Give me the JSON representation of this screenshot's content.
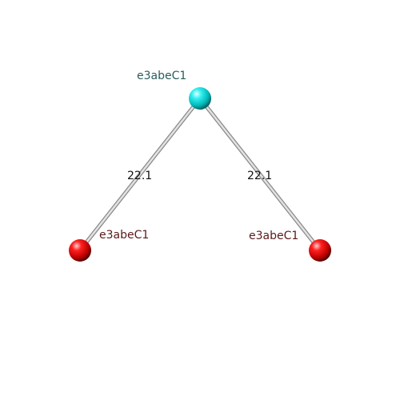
{
  "atoms": [
    {
      "id": "top",
      "label": "e3abeC1",
      "color": "#00e5e5",
      "label_color": "#2a5c5c"
    },
    {
      "id": "left",
      "label": "e3abeC1",
      "color": "#ee0000",
      "label_color": "#5a1a1a"
    },
    {
      "id": "right",
      "label": "e3abeC1",
      "color": "#ee0000",
      "label_color": "#5a1a1a"
    }
  ],
  "bonds": [
    {
      "from": "top",
      "to": "left",
      "label": "22.1"
    },
    {
      "from": "top",
      "to": "right",
      "label": "22.1"
    }
  ]
}
